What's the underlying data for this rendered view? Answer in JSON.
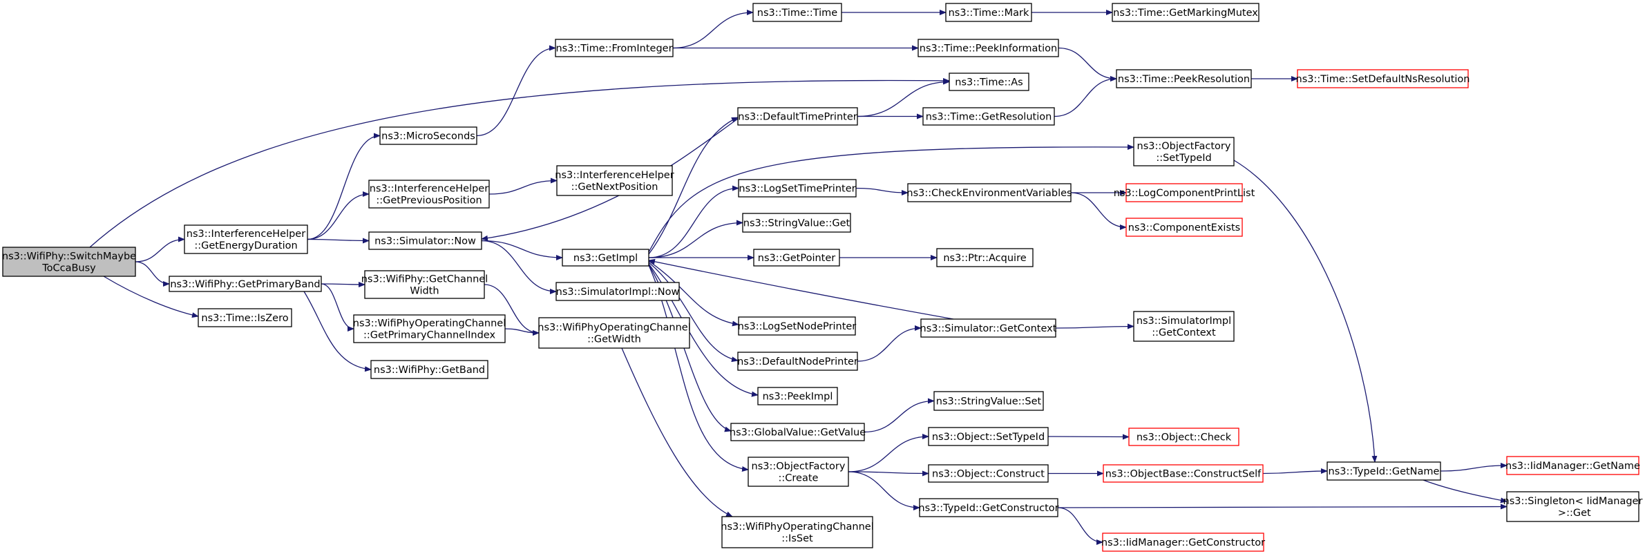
{
  "graph": {
    "colors": {
      "edge": "#191970",
      "node_border": "#000000",
      "truncated_node_border": "#ff0000",
      "root_fill": "#bfbfbf"
    },
    "nodes": [
      {
        "id": "switch",
        "lines": [
          "ns3::WifiPhy::SwitchMaybe",
          "ToCcaBusy"
        ],
        "root": true
      },
      {
        "id": "ih_energy",
        "lines": [
          "ns3::InterferenceHelper",
          "::GetEnergyDuration"
        ]
      },
      {
        "id": "primary_band",
        "lines": [
          "ns3::WifiPhy::GetPrimaryBand"
        ]
      },
      {
        "id": "iszero",
        "lines": [
          "ns3::Time::IsZero"
        ]
      },
      {
        "id": "microseconds",
        "lines": [
          "ns3::MicroSeconds"
        ]
      },
      {
        "id": "ih_prevpos",
        "lines": [
          "ns3::InterferenceHelper",
          "::GetPreviousPosition"
        ]
      },
      {
        "id": "sim_now",
        "lines": [
          "ns3::Simulator::Now"
        ]
      },
      {
        "id": "phy_chwidth",
        "lines": [
          "ns3::WifiPhy::GetChannel",
          "Width"
        ]
      },
      {
        "id": "opch_primidx",
        "lines": [
          "ns3::WifiPhyOperatingChannel",
          "::GetPrimaryChannelIndex"
        ]
      },
      {
        "id": "phy_getband",
        "lines": [
          "ns3::WifiPhy::GetBand"
        ]
      },
      {
        "id": "fromint",
        "lines": [
          "ns3::Time::FromInteger"
        ]
      },
      {
        "id": "ih_nextpos",
        "lines": [
          "ns3::InterferenceHelper",
          "::GetNextPosition"
        ]
      },
      {
        "id": "getimpl",
        "lines": [
          "ns3::GetImpl"
        ]
      },
      {
        "id": "simimpl_now",
        "lines": [
          "ns3::SimulatorImpl::Now"
        ]
      },
      {
        "id": "opch_width",
        "lines": [
          "ns3::WifiPhyOperatingChannel",
          "::GetWidth"
        ]
      },
      {
        "id": "time_time",
        "lines": [
          "ns3::Time::Time"
        ]
      },
      {
        "id": "def_timeprinter",
        "lines": [
          "ns3::DefaultTimePrinter"
        ]
      },
      {
        "id": "logsettime",
        "lines": [
          "ns3::LogSetTimePrinter"
        ]
      },
      {
        "id": "strval_get",
        "lines": [
          "ns3::StringValue::Get"
        ]
      },
      {
        "id": "getpointer",
        "lines": [
          "ns3::GetPointer"
        ]
      },
      {
        "id": "logsetnode",
        "lines": [
          "ns3::LogSetNodePrinter"
        ]
      },
      {
        "id": "def_nodeprinter",
        "lines": [
          "ns3::DefaultNodePrinter"
        ]
      },
      {
        "id": "peekimpl",
        "lines": [
          "ns3::PeekImpl"
        ]
      },
      {
        "id": "gv_getvalue",
        "lines": [
          "ns3::GlobalValue::GetValue"
        ]
      },
      {
        "id": "of_create",
        "lines": [
          "ns3::ObjectFactory",
          "::Create"
        ]
      },
      {
        "id": "opch_isset",
        "lines": [
          "ns3::WifiPhyOperatingChannel",
          "::IsSet"
        ]
      },
      {
        "id": "time_mark",
        "lines": [
          "ns3::Time::Mark"
        ]
      },
      {
        "id": "time_peekinfo",
        "lines": [
          "ns3::Time::PeekInformation"
        ]
      },
      {
        "id": "time_as",
        "lines": [
          "ns3::Time::As"
        ]
      },
      {
        "id": "time_getres",
        "lines": [
          "ns3::Time::GetResolution"
        ]
      },
      {
        "id": "check_env",
        "lines": [
          "ns3::CheckEnvironmentVariables"
        ]
      },
      {
        "id": "ptr_acquire",
        "lines": [
          "ns3::Ptr::Acquire"
        ]
      },
      {
        "id": "sim_getctx",
        "lines": [
          "ns3::Simulator::GetContext"
        ]
      },
      {
        "id": "strval_set",
        "lines": [
          "ns3::StringValue::Set"
        ]
      },
      {
        "id": "obj_settypeid",
        "lines": [
          "ns3::Object::SetTypeId"
        ]
      },
      {
        "id": "obj_construct",
        "lines": [
          "ns3::Object::Construct"
        ]
      },
      {
        "id": "typeid_getctor",
        "lines": [
          "ns3::TypeId::GetConstructor"
        ]
      },
      {
        "id": "time_markmutex",
        "lines": [
          "ns3::Time::GetMarkingMutex"
        ]
      },
      {
        "id": "time_peekres",
        "lines": [
          "ns3::Time::PeekResolution"
        ]
      },
      {
        "id": "of_settypeid",
        "lines": [
          "ns3::ObjectFactory",
          "::SetTypeId"
        ]
      },
      {
        "id": "logcomp_printlist",
        "lines": [
          "ns3::LogComponentPrintList"
        ],
        "truncated": true
      },
      {
        "id": "comp_exists",
        "lines": [
          "ns3::ComponentExists"
        ],
        "truncated": true
      },
      {
        "id": "simimpl_getctx",
        "lines": [
          "ns3::SimulatorImpl",
          "::GetContext"
        ]
      },
      {
        "id": "obj_check",
        "lines": [
          "ns3::Object::Check"
        ],
        "truncated": true
      },
      {
        "id": "objbase_constructself",
        "lines": [
          "ns3::ObjectBase::ConstructSelf"
        ],
        "truncated": true
      },
      {
        "id": "iidmgr_getctor",
        "lines": [
          "ns3::IidManager::GetConstructor"
        ],
        "truncated": true
      },
      {
        "id": "time_setdefres",
        "lines": [
          "ns3::Time::SetDefaultNsResolution"
        ],
        "truncated": true
      },
      {
        "id": "typeid_getname",
        "lines": [
          "ns3::TypeId::GetName"
        ]
      },
      {
        "id": "iidmgr_getname",
        "lines": [
          "ns3::IidManager::GetName"
        ],
        "truncated": true
      },
      {
        "id": "singleton_get",
        "lines": [
          "ns3::Singleton< IidManager",
          " >::Get"
        ]
      }
    ],
    "edges": [
      [
        "switch",
        "ih_energy"
      ],
      [
        "switch",
        "primary_band"
      ],
      [
        "switch",
        "iszero"
      ],
      [
        "switch",
        "time_as"
      ],
      [
        "ih_energy",
        "microseconds"
      ],
      [
        "ih_energy",
        "ih_prevpos"
      ],
      [
        "ih_energy",
        "sim_now"
      ],
      [
        "primary_band",
        "phy_chwidth"
      ],
      [
        "primary_band",
        "opch_primidx"
      ],
      [
        "primary_band",
        "phy_getband"
      ],
      [
        "microseconds",
        "fromint"
      ],
      [
        "ih_prevpos",
        "ih_nextpos"
      ],
      [
        "sim_now",
        "getimpl"
      ],
      [
        "sim_now",
        "simimpl_now"
      ],
      [
        "phy_chwidth",
        "opch_width"
      ],
      [
        "opch_primidx",
        "opch_width"
      ],
      [
        "opch_width",
        "opch_isset"
      ],
      [
        "fromint",
        "time_time"
      ],
      [
        "fromint",
        "time_peekinfo"
      ],
      [
        "time_time",
        "time_mark"
      ],
      [
        "time_mark",
        "time_markmutex"
      ],
      [
        "time_peekinfo",
        "time_peekres"
      ],
      [
        "time_peekres",
        "time_setdefres"
      ],
      [
        "def_timeprinter",
        "time_as"
      ],
      [
        "def_timeprinter",
        "time_getres"
      ],
      [
        "time_getres",
        "time_peekres"
      ],
      [
        "def_timeprinter",
        "sim_now"
      ],
      [
        "getimpl",
        "def_timeprinter"
      ],
      [
        "getimpl",
        "of_settypeid"
      ],
      [
        "getimpl",
        "logsettime"
      ],
      [
        "getimpl",
        "strval_get"
      ],
      [
        "getimpl",
        "getpointer"
      ],
      [
        "getimpl",
        "logsetnode"
      ],
      [
        "getimpl",
        "def_nodeprinter"
      ],
      [
        "getimpl",
        "peekimpl"
      ],
      [
        "getimpl",
        "gv_getvalue"
      ],
      [
        "getimpl",
        "of_create"
      ],
      [
        "sim_getctx",
        "getimpl"
      ],
      [
        "sim_getctx",
        "simimpl_getctx"
      ],
      [
        "def_nodeprinter",
        "sim_getctx"
      ],
      [
        "logsettime",
        "check_env"
      ],
      [
        "check_env",
        "logcomp_printlist"
      ],
      [
        "check_env",
        "comp_exists"
      ],
      [
        "getpointer",
        "ptr_acquire"
      ],
      [
        "gv_getvalue",
        "strval_set"
      ],
      [
        "of_create",
        "obj_settypeid"
      ],
      [
        "of_create",
        "obj_construct"
      ],
      [
        "of_create",
        "typeid_getctor"
      ],
      [
        "obj_settypeid",
        "obj_check"
      ],
      [
        "obj_construct",
        "objbase_constructself"
      ],
      [
        "objbase_constructself",
        "typeid_getname"
      ],
      [
        "typeid_getctor",
        "singleton_get"
      ],
      [
        "typeid_getctor",
        "iidmgr_getctor"
      ],
      [
        "of_settypeid",
        "typeid_getname"
      ],
      [
        "typeid_getname",
        "iidmgr_getname"
      ],
      [
        "typeid_getname",
        "singleton_get"
      ]
    ]
  }
}
